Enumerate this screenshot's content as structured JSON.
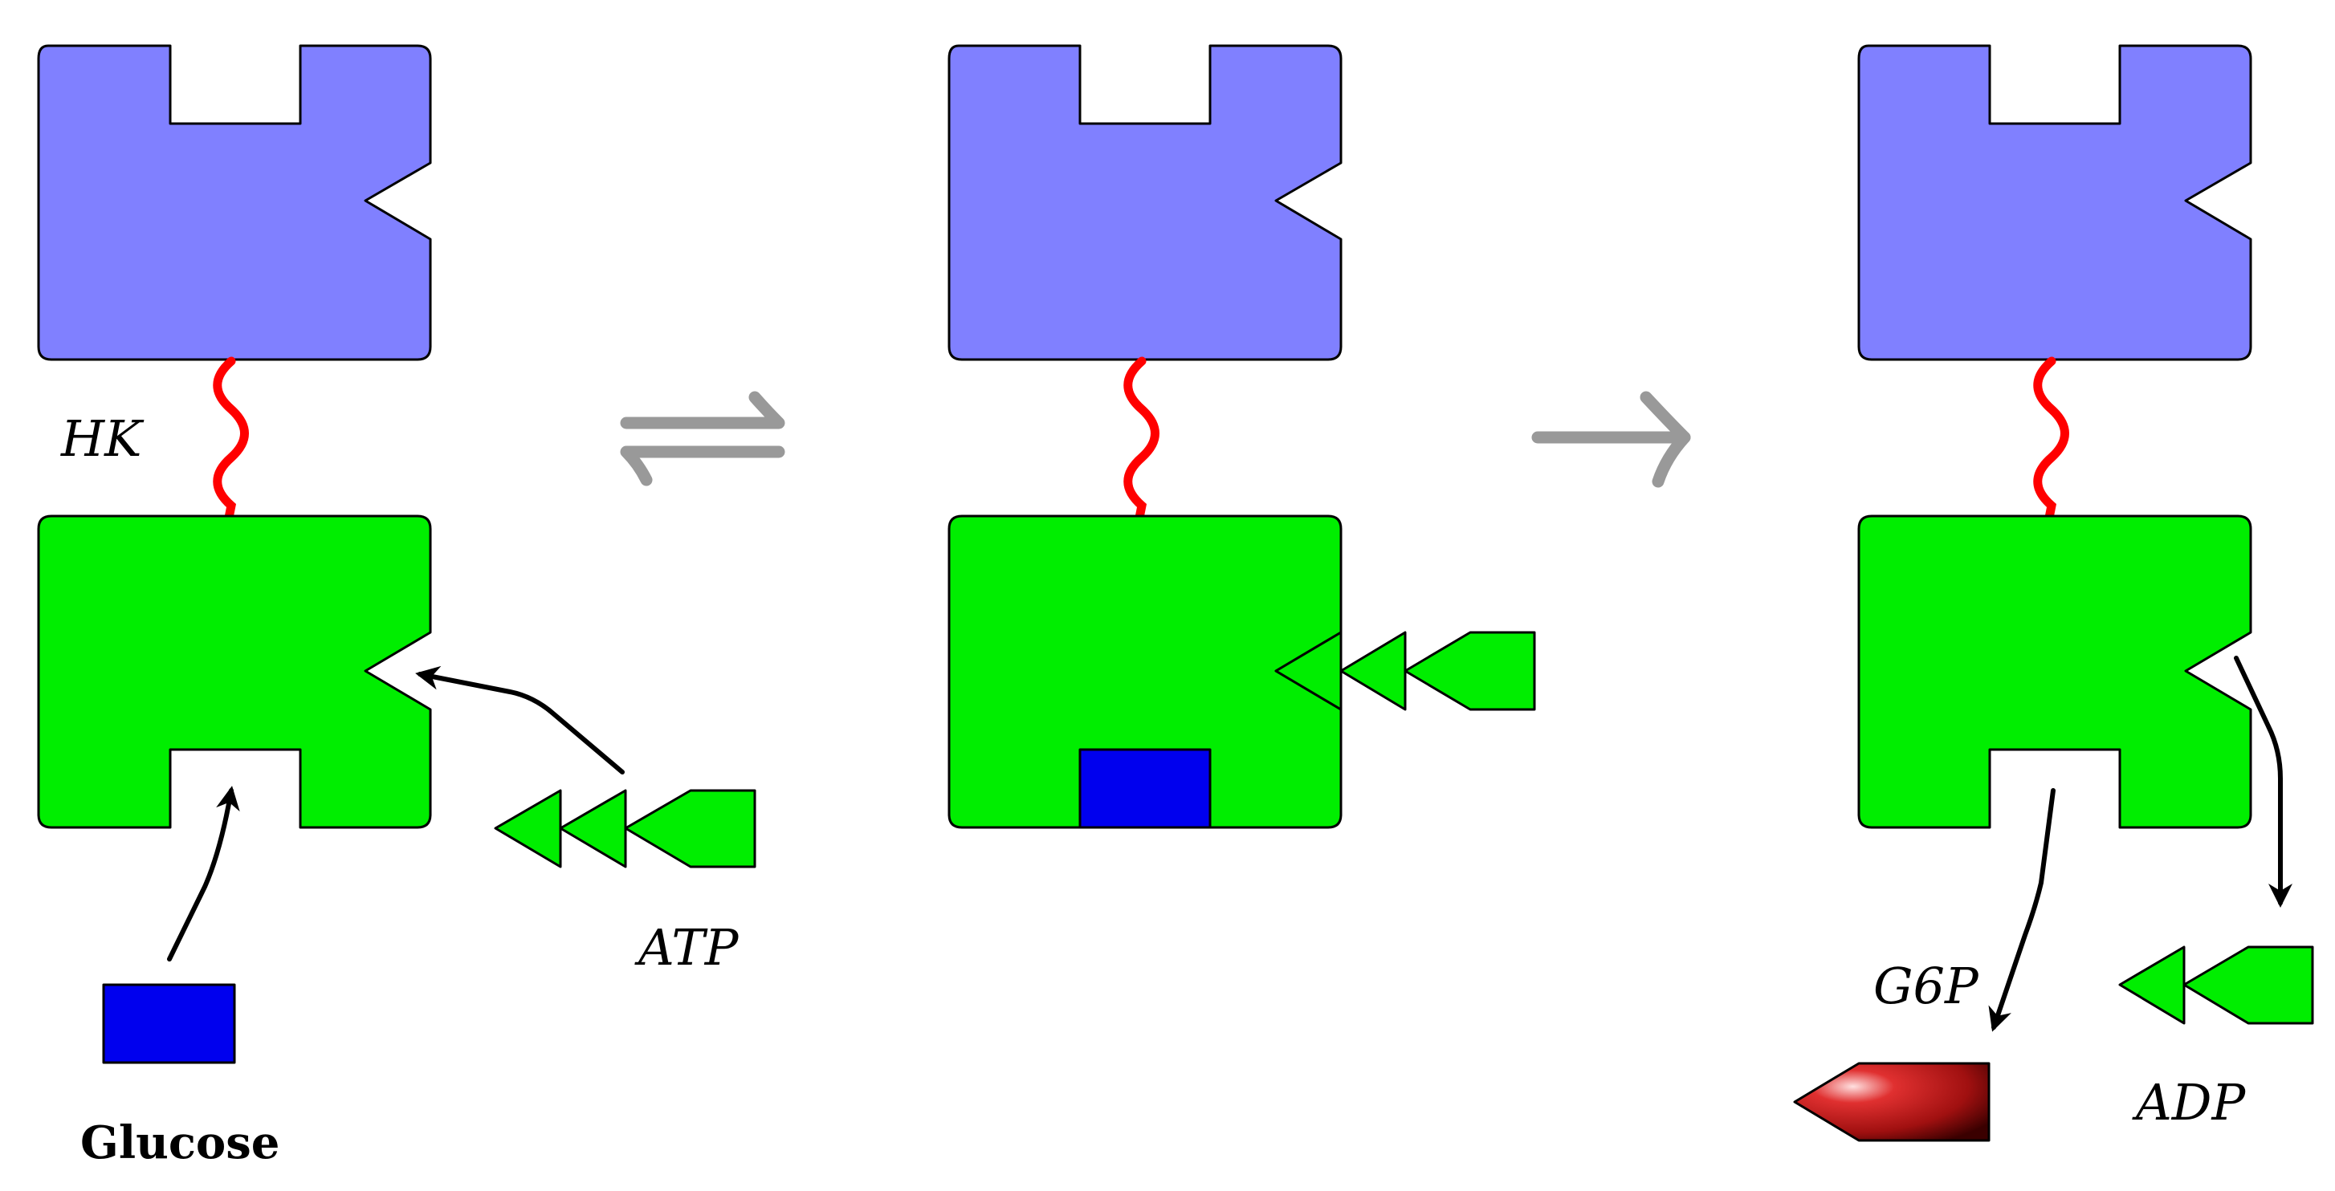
{
  "labels": {
    "enzyme": "HK",
    "atp": "ATP",
    "glucose": "Glucose",
    "g6p": "G6P",
    "adp": "ADP"
  },
  "colors": {
    "regulatory_domain": "#8080ff",
    "catalytic_domain": "#00ee00",
    "glucose": "#0000ee",
    "linker": "#ff0000",
    "reaction_arrow": "#999999",
    "g6p_product": "#b01010"
  },
  "stages": [
    {
      "name": "free-enzyme-and-substrates"
    },
    {
      "name": "enzyme-substrate-complex"
    },
    {
      "name": "enzyme-and-products"
    }
  ],
  "reaction_arrows": [
    "equilibrium",
    "forward"
  ]
}
